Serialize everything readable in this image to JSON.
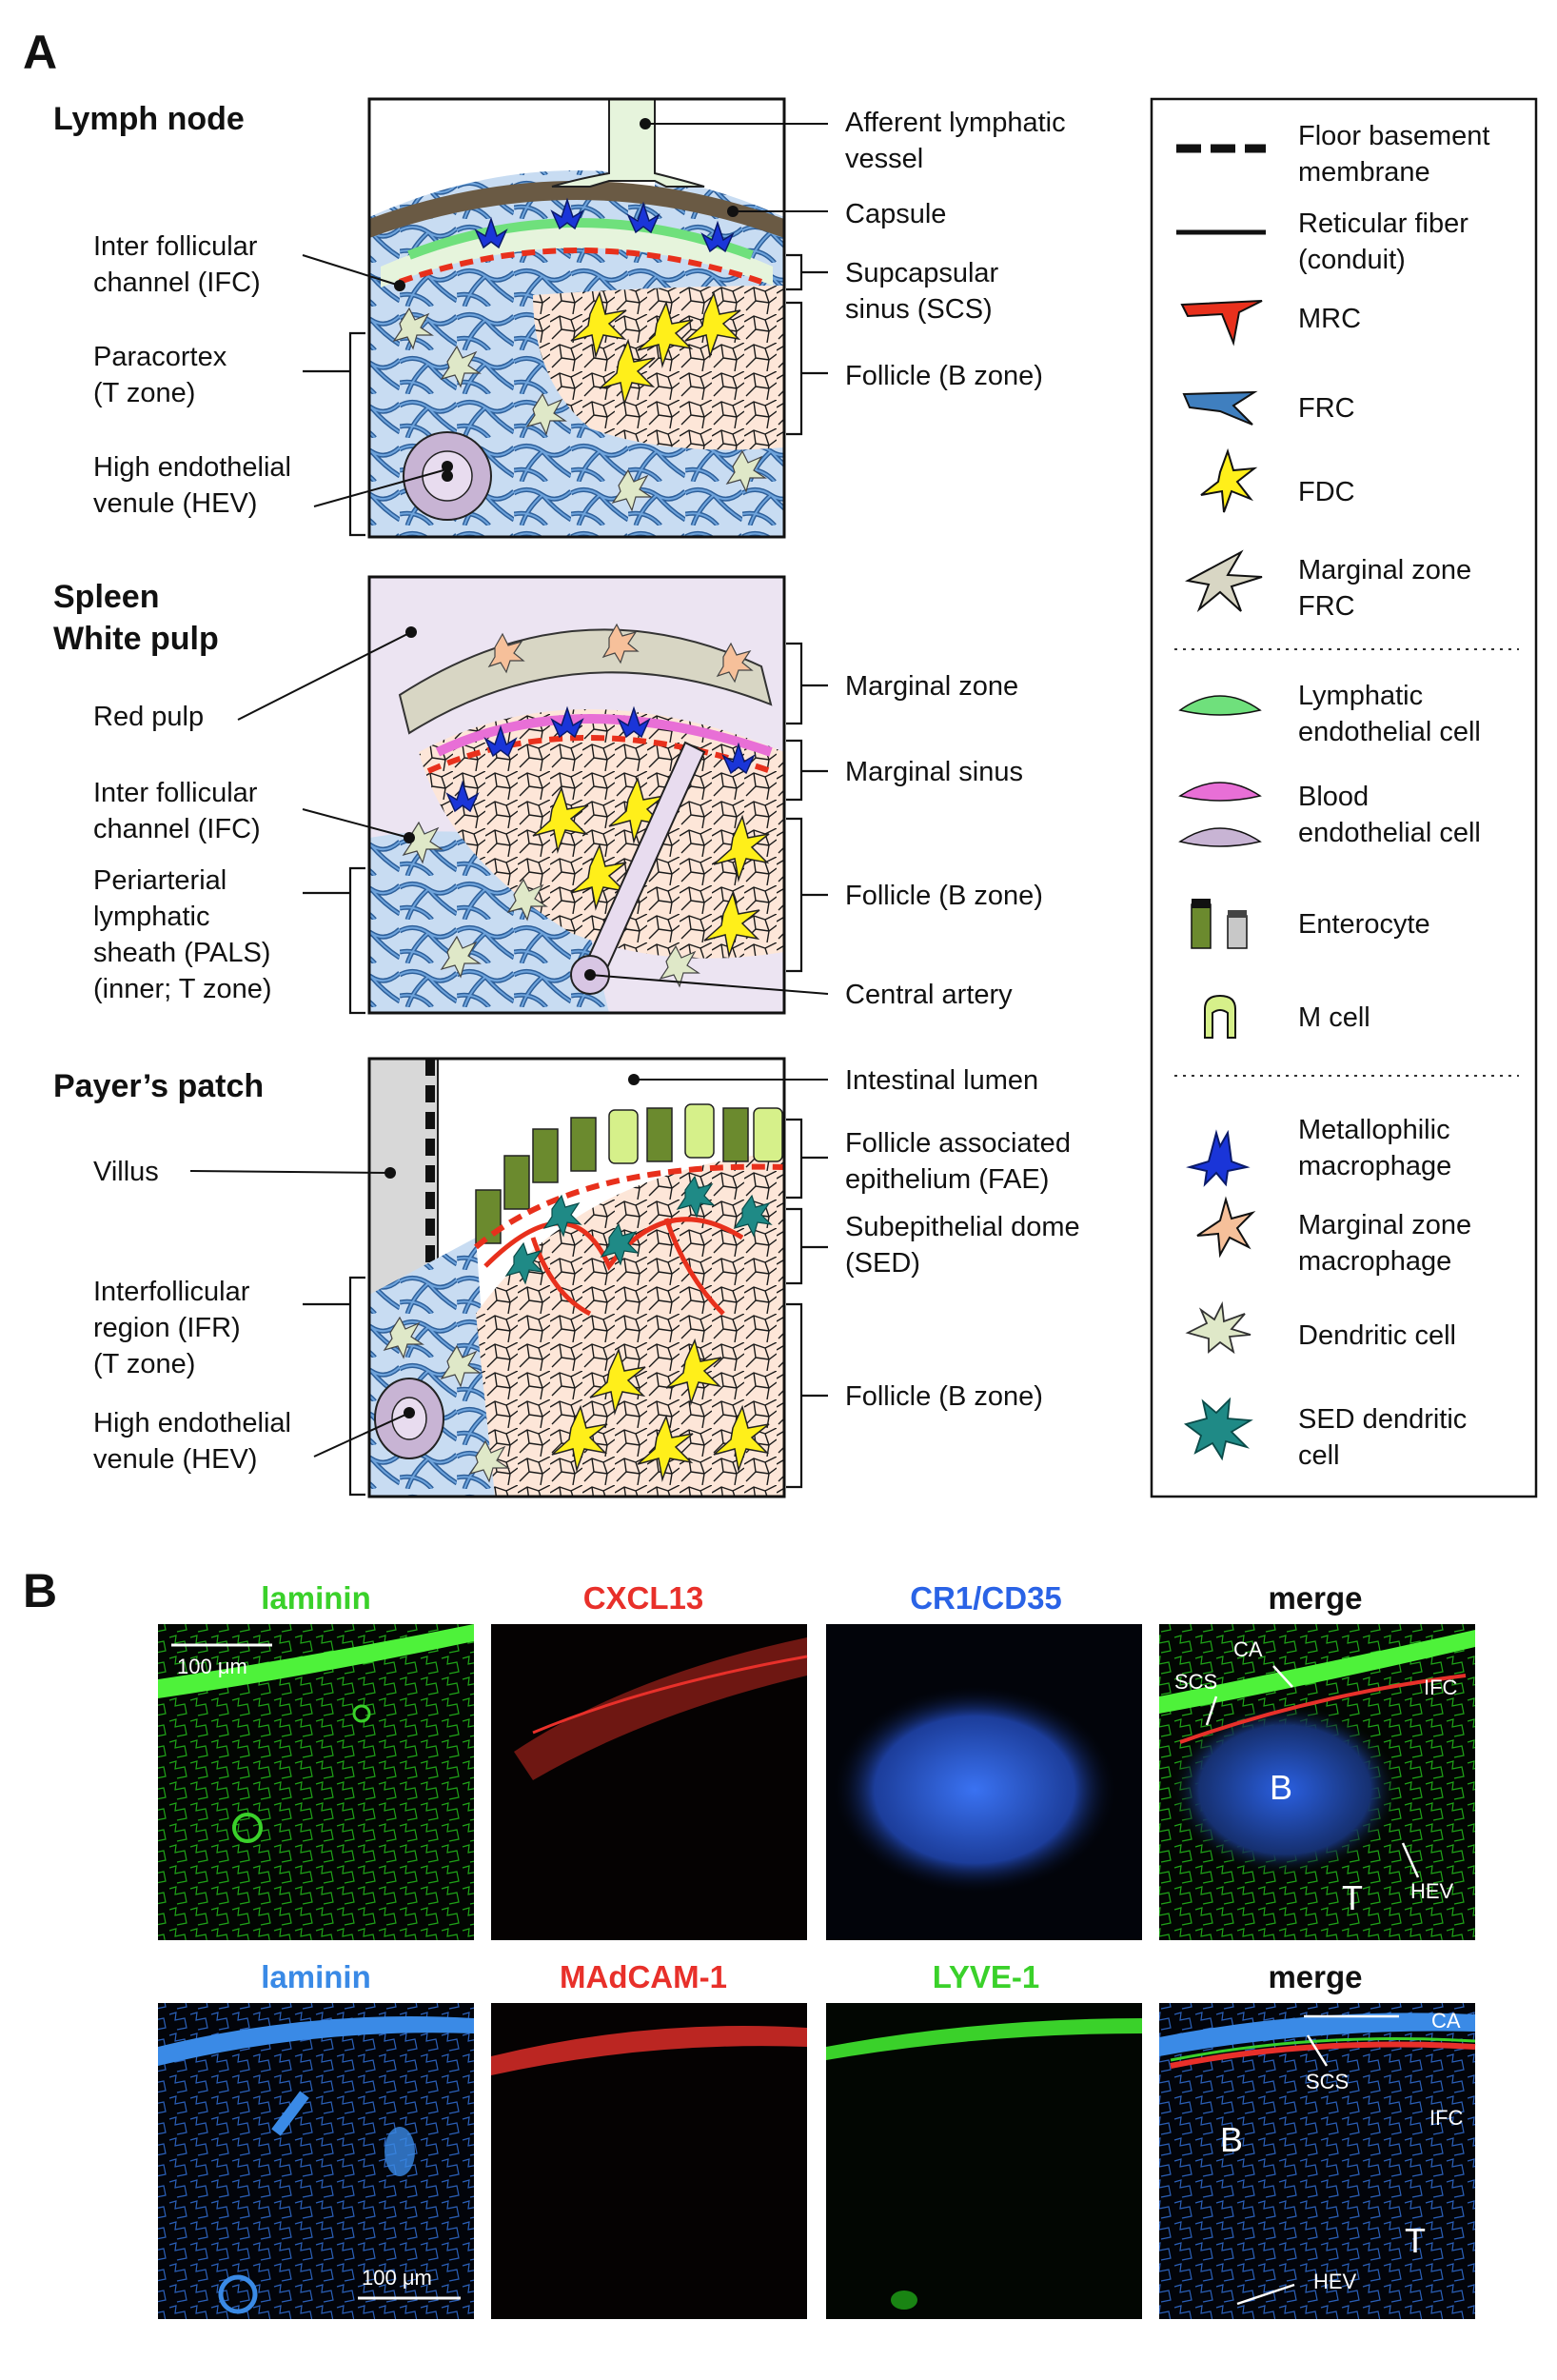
{
  "panel_a": {
    "letter": "A",
    "lymph_node": {
      "title": "Lymph node",
      "left_labels": [
        "Inter follicular",
        "channel (IFC)",
        "Paracortex",
        "(T zone)",
        "High endothelial",
        "venule (HEV)"
      ],
      "right_labels": [
        "Afferent lymphatic",
        "vessel",
        "Capsule",
        "Supcapsular",
        "sinus (SCS)",
        "Follicle (B zone)"
      ]
    },
    "spleen": {
      "title_line1": "Spleen",
      "title_line2": "White pulp",
      "left_labels": [
        "Red pulp",
        "Inter follicular",
        "channel (IFC)",
        "Periarterial",
        "lymphatic",
        "sheath (PALS)",
        "(inner; T zone)"
      ],
      "right_labels": [
        "Marginal zone",
        "Marginal sinus",
        "Follicle (B zone)",
        "Central artery"
      ]
    },
    "peyers_patch": {
      "title": "Payer’s patch",
      "left_labels": [
        "Villus",
        "Interfollicular",
        "region (IFR)",
        " (T zone)",
        "High endothelial",
        "venule (HEV)"
      ],
      "right_labels": [
        "Intestinal lumen",
        "Follicle associated",
        "epithelium (FAE)",
        "Subepithelial dome",
        "(SED)",
        "Follicle (B zone)"
      ]
    },
    "legend": [
      {
        "icon": "dashed-line-icon",
        "lines": [
          "Floor basement",
          "membrane"
        ]
      },
      {
        "icon": "solid-line-icon",
        "lines": [
          "Reticular fiber",
          "(conduit)"
        ]
      },
      {
        "icon": "mrc-icon",
        "color": "#e8301c",
        "lines": [
          "MRC"
        ]
      },
      {
        "icon": "frc-icon",
        "color": "#3f7fbf",
        "lines": [
          "FRC"
        ]
      },
      {
        "icon": "fdc-icon",
        "color": "#ffef1a",
        "lines": [
          "FDC"
        ]
      },
      {
        "icon": "marginal-zone-frc-icon",
        "color": "#d8d6c4",
        "lines": [
          "Marginal zone",
          "FRC"
        ]
      },
      {
        "icon": "lymphatic-endothelial-icon",
        "color": "#6fe07c",
        "lines": [
          "Lymphatic",
          "endothelial cell"
        ]
      },
      {
        "icon": "blood-endothelial-icon",
        "color": "#e86fd6",
        "lines": [
          "Blood",
          "endothelial cell"
        ]
      },
      {
        "icon": "enterocyte-icon",
        "color": "#6b8a2e",
        "lines": [
          "Enterocyte"
        ]
      },
      {
        "icon": "m-cell-icon",
        "color": "#d6f08a",
        "lines": [
          "M cell"
        ]
      },
      {
        "icon": "metallophilic-macrophage-icon",
        "color": "#1a35d8",
        "lines": [
          "Metallophilic",
          "macrophage"
        ]
      },
      {
        "icon": "marginal-zone-macrophage-icon",
        "color": "#f6c09a",
        "lines": [
          "Marginal zone",
          "macrophage"
        ]
      },
      {
        "icon": "dendritic-cell-icon",
        "color": "#dfe8c8",
        "lines": [
          "Dendritic cell"
        ]
      },
      {
        "icon": "sed-dendritic-cell-icon",
        "color": "#1f8a86",
        "lines": [
          "SED dendritic",
          "cell"
        ]
      }
    ]
  },
  "panel_b": {
    "letter": "B",
    "row1": {
      "channels": [
        {
          "label": "laminin",
          "color": "#3ad12a"
        },
        {
          "label": "CXCL13",
          "color": "#e8302a"
        },
        {
          "label": "CR1/CD35",
          "color": "#2a63e6"
        },
        {
          "label": "merge",
          "color": "#111111"
        }
      ],
      "scale_bar": "100 μm",
      "merge_labels": [
        "CA",
        "SCS",
        "IFC",
        "B",
        "HEV",
        "T"
      ]
    },
    "row2": {
      "channels": [
        {
          "label": "laminin",
          "color": "#3a8ae6"
        },
        {
          "label": "MAdCAM-1",
          "color": "#e8302a"
        },
        {
          "label": "LYVE-1",
          "color": "#3ad12a"
        },
        {
          "label": "merge",
          "color": "#111111"
        }
      ],
      "scale_bar": "100 μm",
      "merge_labels": [
        "CA",
        "SCS",
        "IFC",
        "B",
        "T",
        "HEV"
      ]
    }
  }
}
